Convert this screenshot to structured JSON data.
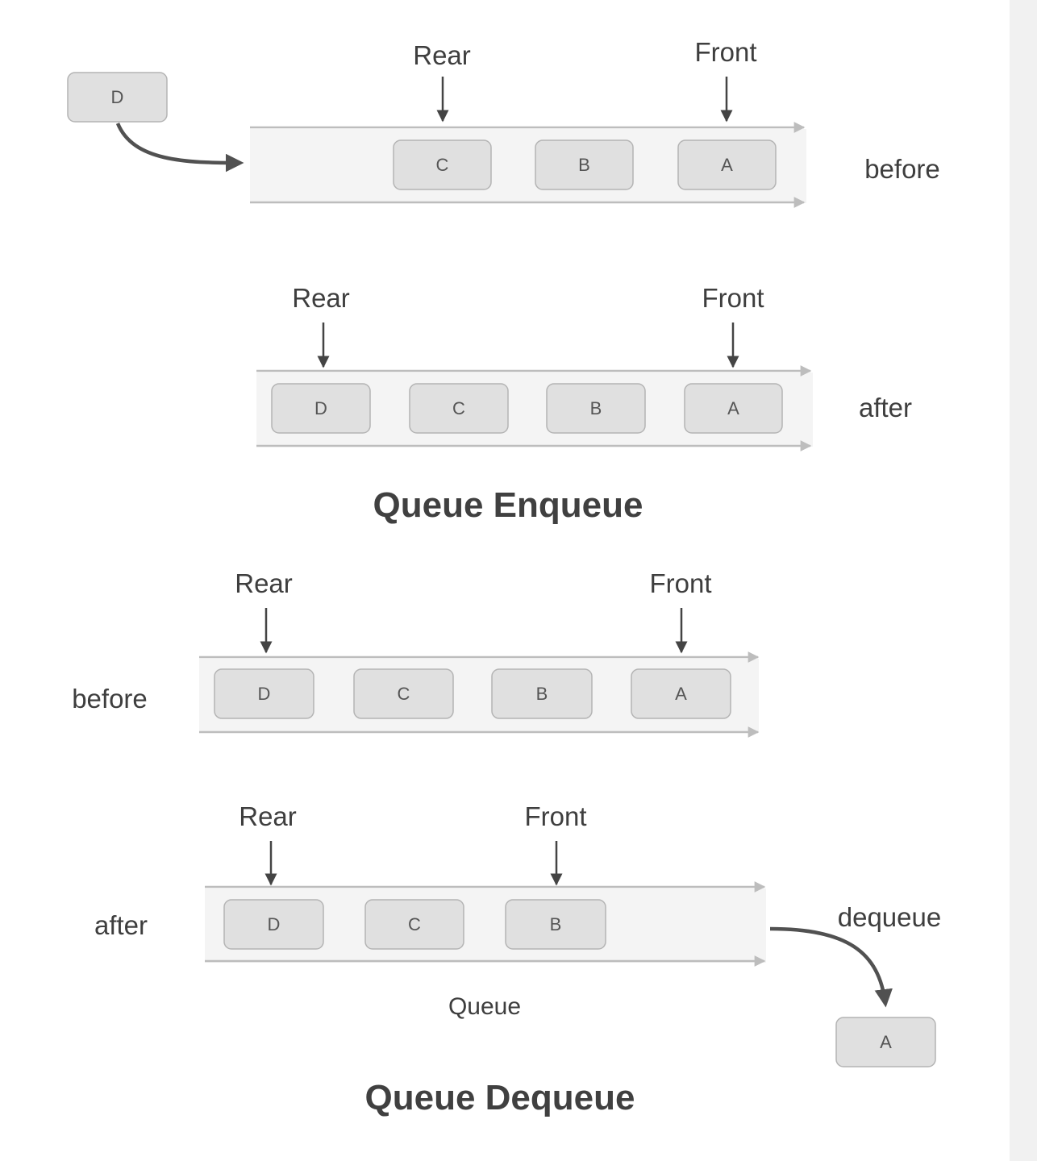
{
  "enqueue": {
    "title": "Queue Enqueue",
    "before": {
      "state_label": "before",
      "rear_label": "Rear",
      "front_label": "Front",
      "items": [
        "C",
        "B",
        "A"
      ],
      "incoming": "D"
    },
    "after": {
      "state_label": "after",
      "rear_label": "Rear",
      "front_label": "Front",
      "items": [
        "D",
        "C",
        "B",
        "A"
      ]
    }
  },
  "dequeue": {
    "title": "Queue Dequeue",
    "before": {
      "state_label": "before",
      "rear_label": "Rear",
      "front_label": "Front",
      "items": [
        "D",
        "C",
        "B",
        "A"
      ]
    },
    "after": {
      "state_label": "after",
      "rear_label": "Rear",
      "front_label": "Front",
      "items": [
        "D",
        "C",
        "B"
      ],
      "queue_caption": "Queue",
      "action_label": "dequeue",
      "outgoing": "A"
    }
  },
  "colors": {
    "box_fill": "#e0e0e0",
    "box_stroke": "#b4b4b4",
    "band_fill": "#f4f4f4",
    "rail": "#bdbdbd",
    "arrow": "#444444",
    "text": "#3e3e3e"
  }
}
